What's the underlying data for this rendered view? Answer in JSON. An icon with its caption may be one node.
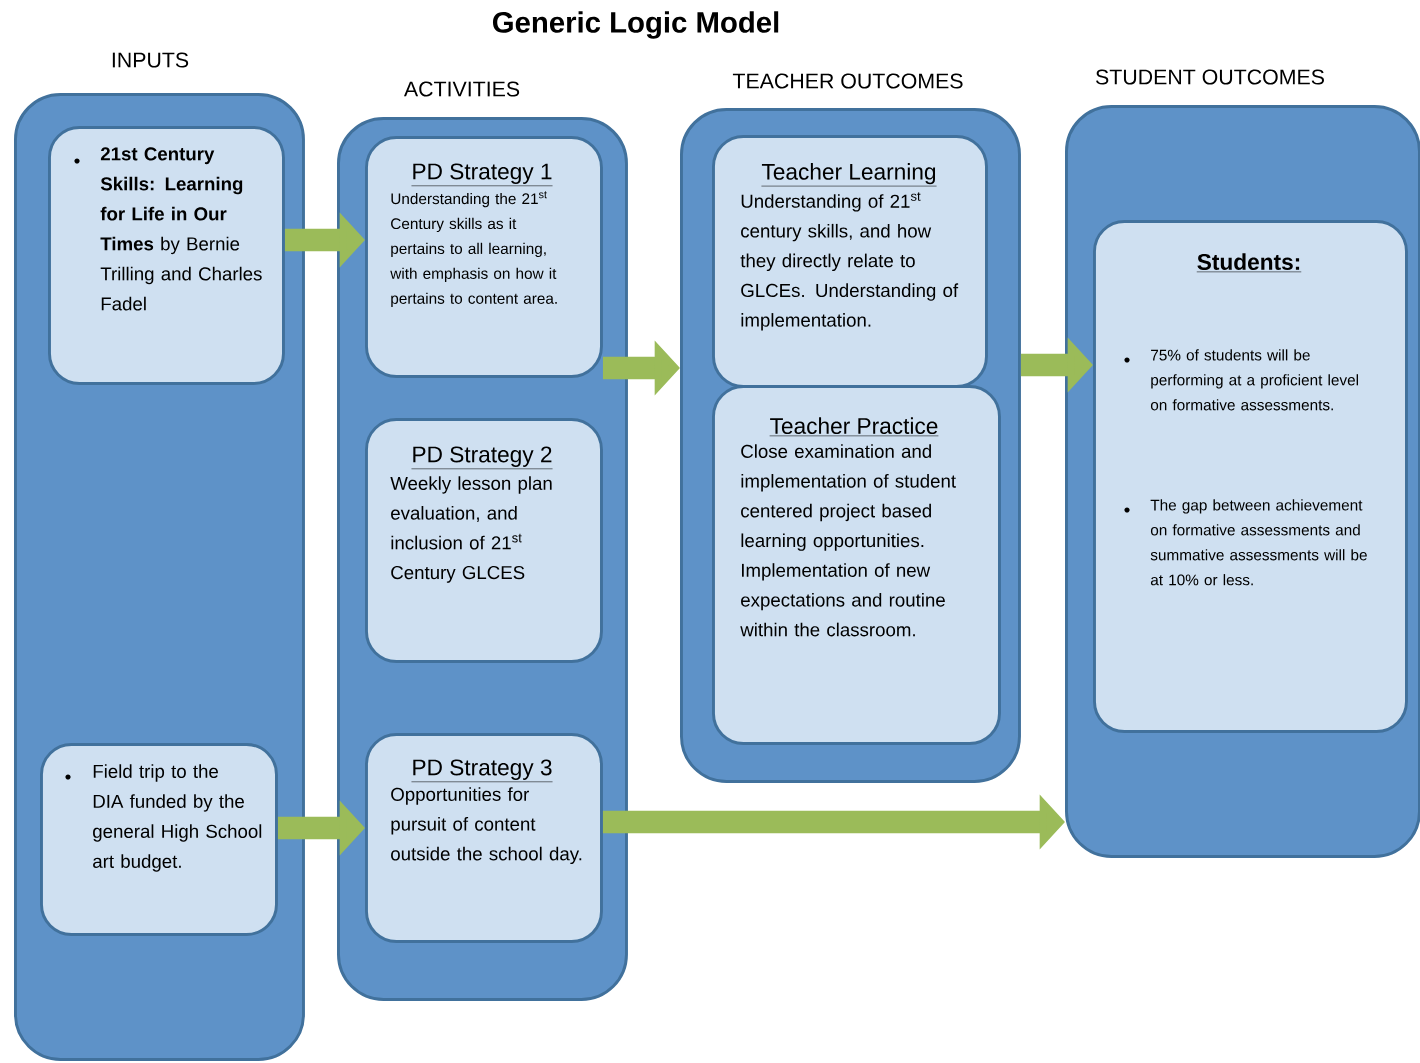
{
  "diagram": {
    "title": "Generic Logic Model",
    "nodes": [
      {
        "text": [
          "INPUTS"
        ]
      },
      {
        "text": [
          "**21st Century Skills: Learning for Life in Our Times** by Bernie Trilling and Charles Fadel"
        ],
        "in": 0
      },
      {
        "text": [
          "Field trip to the DIA funded by the general High School art budget."
        ],
        "in": 0
      },
      {
        "text": [
          "ACTIVITIES"
        ]
      },
      {
        "text": [
          "PD Strategy 1",
          "Understanding the 21$^{st}$ Century skills as it pertains to all learning, with emphasis on how it pertains to content area."
        ],
        "in": 3
      },
      {
        "text": [
          "PD Strategy 2",
          "Weekly lesson plan evaluation, and inclusion of 21$^{st}$ Century GLCES"
        ],
        "in": 3
      },
      {
        "text": [
          "PD Strategy 3",
          "Opportunities for pursuit of content outside the school day."
        ],
        "in": 3
      },
      {
        "text": [
          "TEACHER OUTCOMES"
        ]
      },
      {
        "text": [
          "Teacher Learning",
          "Understanding of 21$^{st}$ century skills, and how they directly relate to GLCEs. Understanding of implementation."
        ],
        "in": 7
      },
      {
        "text": [
          "Teacher Practice",
          "Close examination and implementation of student centered project based learning opportunities. Implementation of new expectations and routine within the classroom."
        ],
        "in": 7
      },
      {
        "text": [
          "STUDENT OUTCOMES"
        ]
      },
      {
        "text": [
          "Students:",
          "75% of students will be performing at a proficient level on formative assessments.",
          "The gap between achievement on formative assessments and summative assessments will be at 10% or less."
        ],
        "in": 10
      }
    ],
    "edges": [
      {
        "from": 1,
        "to": 4,
        "arrow": "to"
      },
      {
        "from": 4,
        "to": 7,
        "arrow": "to"
      },
      {
        "from": 7,
        "to": 11,
        "arrow": "to"
      },
      {
        "from": 2,
        "to": 6,
        "arrow": "to"
      },
      {
        "from": 6,
        "to": 10,
        "arrow": "to"
      }
    ]
  }
}
